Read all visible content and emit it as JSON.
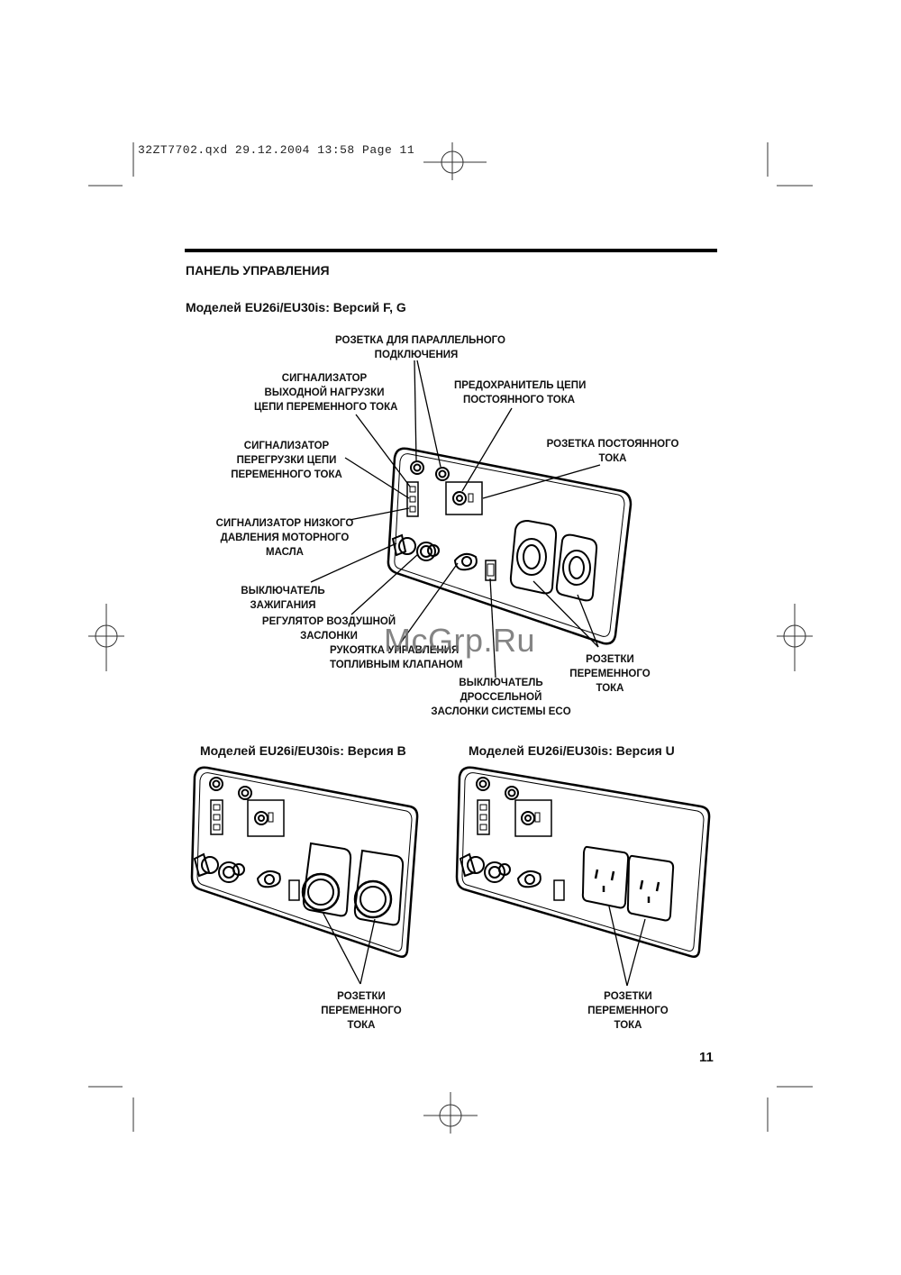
{
  "print_header": "32ZT7702.qxd  29.12.2004  13:58  Page 11",
  "section_title": "ПАНЕЛЬ УПРАВЛЕНИЯ",
  "main_diagram": {
    "title": "Моделей EU26i/EU30is: Версий F, G",
    "labels": {
      "parallel_socket": [
        "РОЗЕТКА ДЛЯ ПАРАЛЛЕЛЬНОГО",
        "ПОДКЛЮЧЕНИЯ"
      ],
      "output_indicator": [
        "СИГНАЛИЗАТОР",
        "ВЫХОДНОЙ НАГРУЗКИ",
        "ЦЕПИ  ПЕРЕМЕННОГО ТОКА"
      ],
      "dc_fuse": [
        "ПРЕДОХРАНИТЕЛЬ ЦЕПИ",
        "ПОСТОЯННОГО ТОКА"
      ],
      "overload_indicator": [
        "СИГНАЛИЗАТОР",
        "ПЕРЕГРУЗКИ ЦЕПИ",
        "ПЕРЕМЕННОГО ТОКА"
      ],
      "dc_socket": [
        "РОЗЕТКА ПОСТОЯННОГО",
        "ТОКА"
      ],
      "oil_indicator": [
        "СИГНАЛИЗАТОР НИЗКОГО",
        "ДАВЛЕНИЯ МОТОРНОГО",
        "МАСЛА"
      ],
      "ignition_switch": [
        "ВЫКЛЮЧАТЕЛЬ",
        "ЗАЖИГАНИЯ"
      ],
      "choke": [
        "РЕГУЛЯТОР ВОЗДУШНОЙ",
        "ЗАСЛОНКИ"
      ],
      "fuel_valve": [
        "РУКОЯТКА УПРАВЛЕНИЯ",
        "ТОПЛИВНЫМ КЛАПАНОМ"
      ],
      "eco_switch": [
        "ВЫКЛЮЧАТЕЛЬ",
        "ДРОССЕЛЬНОЙ",
        "ЗАСЛОНКИ СИСТЕМЫ ECO"
      ],
      "ac_sockets": [
        "РОЗЕТКИ",
        "ПЕРЕМЕННОГО",
        "ТОКА"
      ]
    }
  },
  "diagram_b": {
    "title": "Моделей EU26i/EU30is: Версия B",
    "ac_sockets": [
      "РОЗЕТКИ",
      "ПЕРЕМЕННОГО",
      "ТОКА"
    ]
  },
  "diagram_u": {
    "title": "Моделей EU26i/EU30is: Версия U",
    "ac_sockets": [
      "РОЗЕТКИ",
      "ПЕРЕМЕННОГО",
      "ТОКА"
    ]
  },
  "watermark": "McGrp.Ru",
  "page_number": "11"
}
